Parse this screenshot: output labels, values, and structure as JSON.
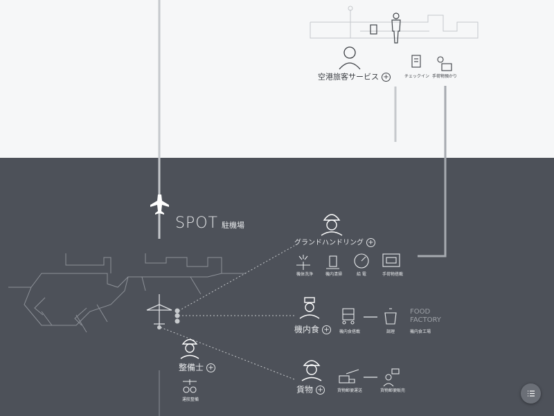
{
  "colors": {
    "top_bg": "#f6f7f8",
    "bottom_bg": "#4d5159",
    "line_light": "#c8cbcf",
    "line_dark": "#9ea2a8"
  },
  "top": {
    "passenger_service": {
      "label": "空港旅客サービス",
      "icon": "agent-icon"
    },
    "checkin": {
      "label": "チェックイン",
      "icon": "checkin-icon"
    },
    "baggage": {
      "label": "手荷物預かり",
      "icon": "baggage-scale-icon"
    }
  },
  "spot": {
    "title": "SPOT",
    "subtitle": "駐機場",
    "icon": "airplane-icon"
  },
  "ground_handling": {
    "label": "グランドハンドリング",
    "items": [
      {
        "label": "機体洗浄",
        "icon": "plane-wash-icon"
      },
      {
        "label": "機内清掃",
        "icon": "cleaning-icon"
      },
      {
        "label": "給 電",
        "icon": "power-meter-icon"
      },
      {
        "label": "手荷物搭載",
        "icon": "baggage-cart-icon"
      }
    ]
  },
  "catering": {
    "label": "機内食",
    "items": [
      {
        "label": "機内食搭載",
        "icon": "meal-cart-icon"
      },
      {
        "label": "調理",
        "icon": "cooking-pot-icon"
      }
    ],
    "food_factory": {
      "line1": "FOOD",
      "line2": "FACTORY",
      "caption": "機内食工場"
    }
  },
  "mechanic": {
    "label": "整備士",
    "items": [
      {
        "label": "運航整備",
        "icon": "landing-gear-icon"
      }
    ]
  },
  "cargo": {
    "label": "貨物",
    "items": [
      {
        "label": "貨物郵便運送",
        "icon": "cargo-truck-icon"
      },
      {
        "label": "貨物郵便販売",
        "icon": "sales-person-icon"
      }
    ]
  },
  "menu_button": {
    "icon": "list-icon"
  }
}
